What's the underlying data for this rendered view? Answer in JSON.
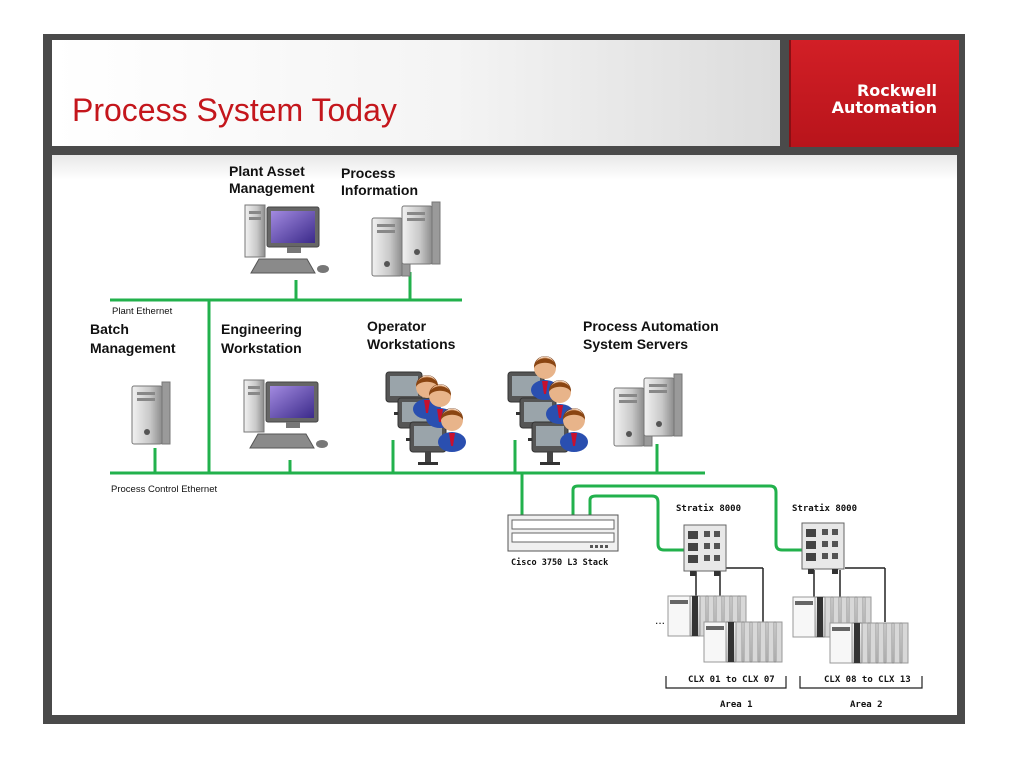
{
  "slide": {
    "title": "Process System Today",
    "logo_line1": "Rockwell",
    "logo_line2": "Automation"
  },
  "networks": {
    "plant_ethernet": "Plant Ethernet",
    "process_control_ethernet": "Process Control Ethernet"
  },
  "nodes": {
    "plant_asset_management": [
      "Plant Asset",
      "Management"
    ],
    "process_information": [
      "Process",
      "Information"
    ],
    "batch_management": [
      "Batch",
      "Management"
    ],
    "engineering_workstation": [
      "Engineering",
      "Workstation"
    ],
    "operator_workstations": [
      "Operator",
      "Workstations"
    ],
    "process_automation_servers": [
      "Process Automation",
      "System Servers"
    ]
  },
  "switches": {
    "stratix_1": "Stratix 8000",
    "stratix_2": "Stratix 8000",
    "cisco_stack": "Cisco 3750 L3 Stack"
  },
  "controllers": {
    "area1_range": "CLX 01 to CLX 07",
    "area2_range": "CLX 08 to CLX 13",
    "ellipsis": "...",
    "area1": "Area 1",
    "area2": "Area 2"
  },
  "colors": {
    "title": "#c4161c",
    "network_line": "#22b14c",
    "logo_bg": "#c4161c"
  }
}
